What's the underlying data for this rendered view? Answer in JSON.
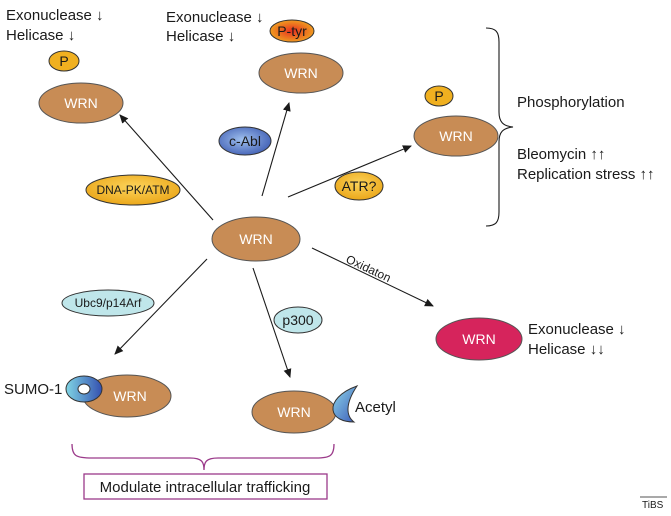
{
  "labels": {
    "wrn": "WRN",
    "p": "P",
    "ptyr": "P-tyr",
    "cabl": "c-Abl",
    "dnapk": "DNA-PK/ATM",
    "atr": "ATR?",
    "ubc9": "Ubc9/p14Arf",
    "p300": "p300",
    "oxidation": "Oxidaton",
    "acetyl": "Acetyl",
    "sumo": "SUMO-1",
    "trafficking": "Modulate intracellular trafficking",
    "phosphorylation": "Phosphorylation",
    "bleomycin": "Bleomycin ↑↑",
    "replication": "Replication stress ↑↑",
    "exo_down": "Exonuclease ↓",
    "hel_down": "Helicase ↓",
    "hel_down2": "Helicase ↓↓",
    "tibs": "TiBS"
  },
  "colors": {
    "wrn": "#c88c55",
    "wrn_oxidized": "#d6245c",
    "p_bubble": "#f0b020",
    "ptyr": "#e8402a",
    "cabl": "#4a6fc0",
    "kinase": "#f2b022",
    "ubc9": "#bfe6ea",
    "p300": "#bfe6ea",
    "sumo": "#3a5cb8",
    "acetyl": "#3a7fd0",
    "bracket": "#9b3a8a"
  }
}
